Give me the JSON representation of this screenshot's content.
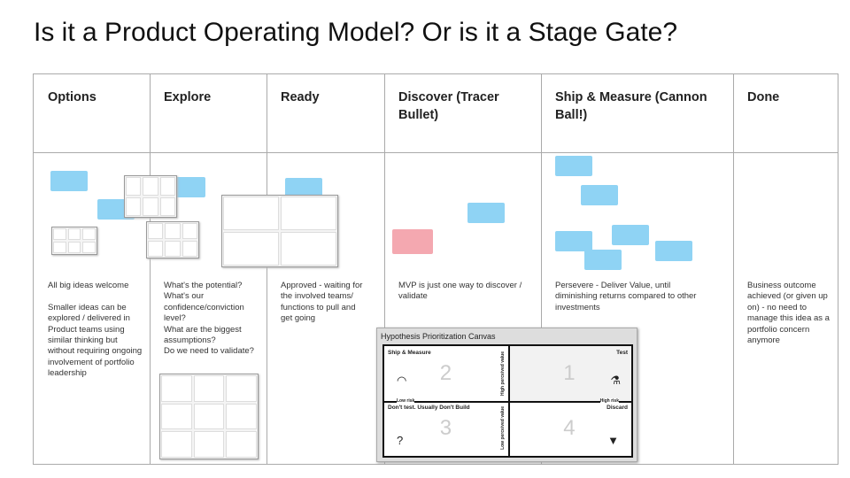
{
  "title": "Is it a Product Operating Model? Or is it a Stage Gate?",
  "columns": [
    {
      "header": "Options",
      "desc": "All big ideas welcome\n\nSmaller ideas can be explored / delivered in Product teams using similar thinking but without requiring ongoing involvement of portfolio leadership"
    },
    {
      "header": "Explore",
      "desc": "What's the potential?\nWhat's our confidence/conviction level?\nWhat are the biggest assumptions?\nDo we need to validate?"
    },
    {
      "header": "Ready",
      "desc": "Approved - waiting for the involved teams/ functions to pull and get going"
    },
    {
      "header": "Discover (Tracer Bullet)",
      "desc": "MVP is just one way to discover / validate"
    },
    {
      "header": "Ship & Measure (Cannon Ball!)",
      "desc": "Persevere - Deliver Value, until diminishing returns compared to other investments"
    },
    {
      "header": "Done",
      "desc": "Business outcome achieved (or given up on)  - no need to manage this idea as a portfolio concern anymore"
    }
  ],
  "canvas": {
    "title": "Hypothesis Prioritization Canvas",
    "q2": "Ship & Measure",
    "q1": "Test",
    "q3": "Don't test. Usually Don't Build",
    "q4": "Discard",
    "n1": "1",
    "n2": "2",
    "n3": "3",
    "n4": "4",
    "low_risk": "Low risk",
    "high_risk": "High risk",
    "high_value": "High perceived value",
    "low_value": "Low perceived value"
  },
  "colors": {
    "sticky": "#8fd3f4",
    "sticky_pink": "#f4a8b0"
  }
}
